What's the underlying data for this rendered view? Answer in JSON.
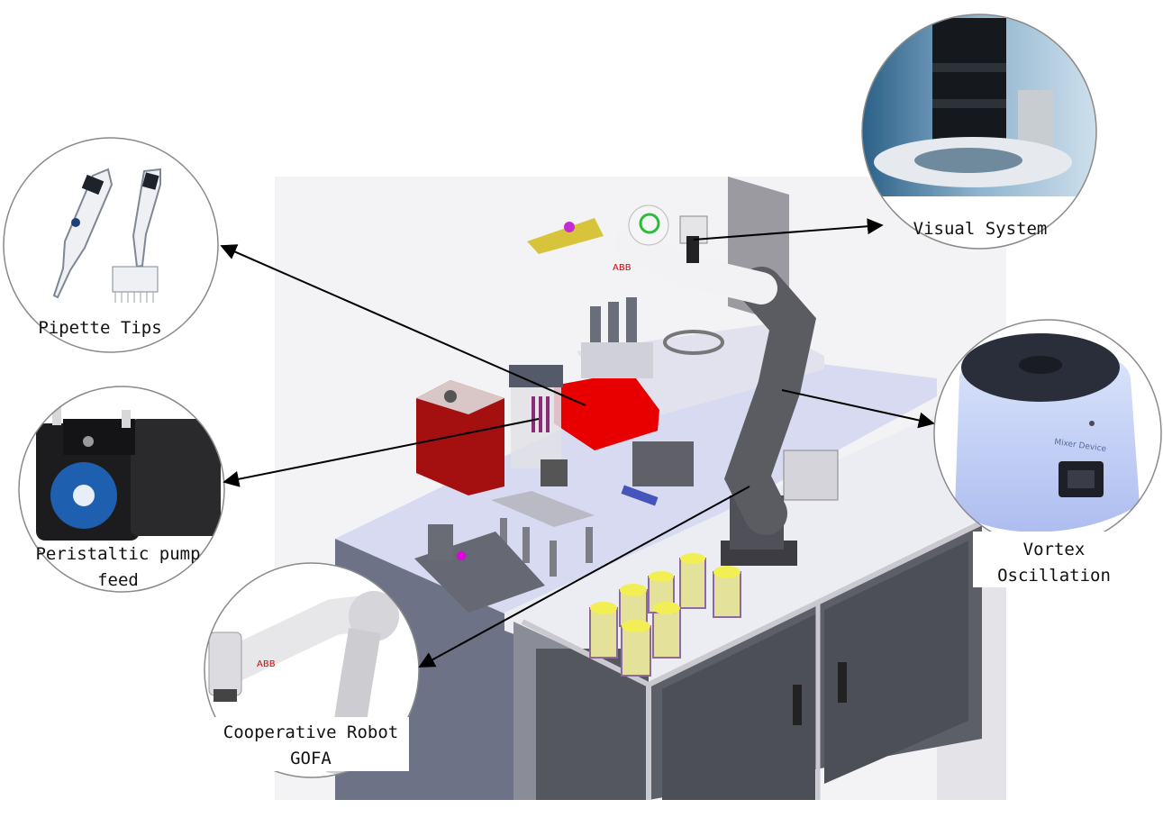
{
  "labels": {
    "pipette": "Pipette Tips",
    "pump_line1": "Peristaltic pump",
    "pump_line2": "feed",
    "robot_line1": "Cooperative Robot",
    "robot_line2": "GOFA",
    "visual": "Visual System",
    "vortex_line1": "Vortex",
    "vortex_line2": "Oscillation"
  },
  "icons": {
    "pipette": "pipette-icon",
    "pump": "peristaltic-pump-icon",
    "robot": "robot-arm-icon",
    "camera": "camera-lens-icon",
    "vortex": "vortex-mixer-icon"
  },
  "device_text": {
    "mixer": "Mixer Device",
    "robot_brand": "ABB"
  }
}
